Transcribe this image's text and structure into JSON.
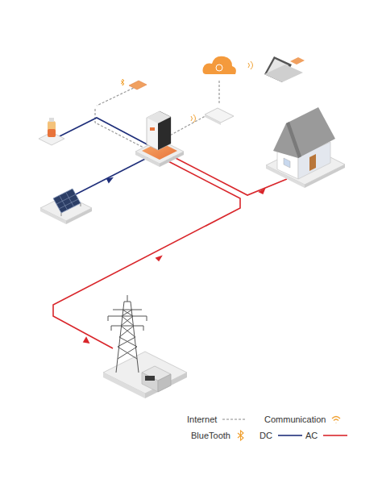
{
  "diagram": {
    "legend": [
      {
        "text": "Internet"
      },
      {
        "text": "Communication"
      },
      {
        "text": "BlueTooth"
      },
      {
        "text": "DC"
      },
      {
        "text": "AC"
      }
    ]
  }
}
